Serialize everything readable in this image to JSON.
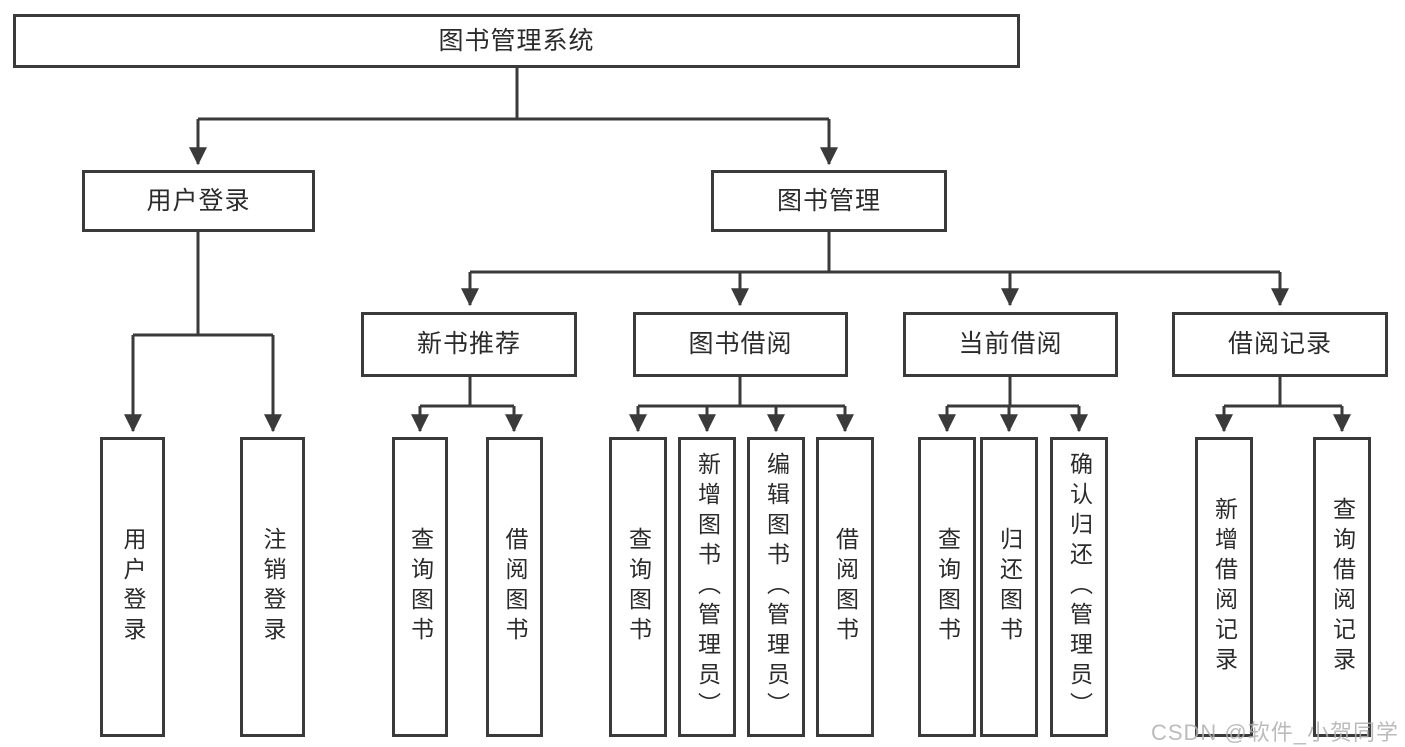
{
  "colors": {
    "line": "#3a3a3a",
    "text": "#2b2b2b",
    "box_background": "#ffffff",
    "page_background": "#ffffff",
    "watermark": "#b0b0b0"
  },
  "watermark": {
    "text": "CSDN @软件_小贺同学"
  },
  "tree": {
    "root": {
      "label": "图书管理系统",
      "children": [
        {
          "label": "用户登录",
          "children": [
            {
              "label": "用户登录"
            },
            {
              "label": "注销登录"
            }
          ]
        },
        {
          "label": "图书管理",
          "children": [
            {
              "label": "新书推荐",
              "children": [
                {
                  "label": "查询图书"
                },
                {
                  "label": "借阅图书"
                }
              ]
            },
            {
              "label": "图书借阅",
              "children": [
                {
                  "label": "查询图书"
                },
                {
                  "label": "新增图书（管理员）"
                },
                {
                  "label": "编辑图书（管理员）"
                },
                {
                  "label": "借阅图书"
                }
              ]
            },
            {
              "label": "当前借阅",
              "children": [
                {
                  "label": "查询图书"
                },
                {
                  "label": "归还图书"
                },
                {
                  "label": "确认归还（管理员）"
                }
              ]
            },
            {
              "label": "借阅记录",
              "children": [
                {
                  "label": "新增借阅记录"
                },
                {
                  "label": "查询借阅记录"
                }
              ]
            }
          ]
        }
      ]
    }
  }
}
